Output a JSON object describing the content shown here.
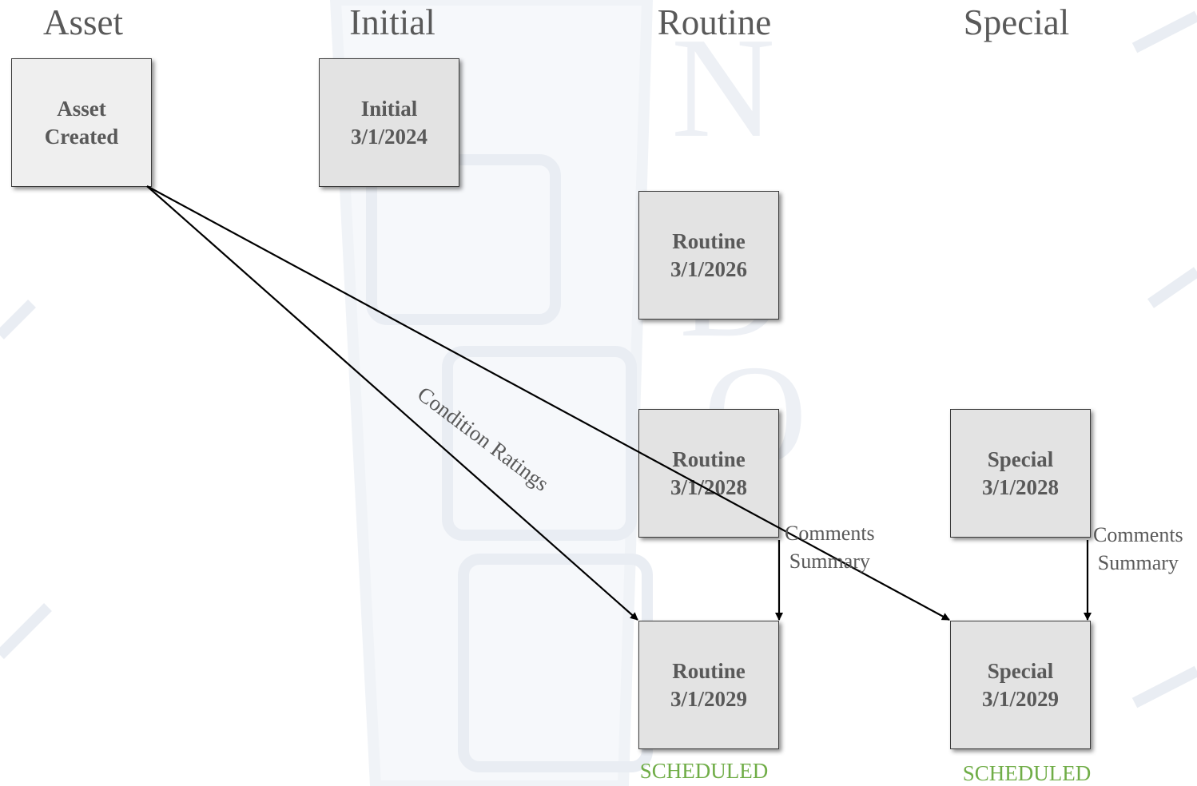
{
  "columns": {
    "asset": "Asset",
    "initial": "Initial",
    "routine": "Routine",
    "special": "Special"
  },
  "boxes": {
    "asset_created": {
      "line1": "Asset",
      "line2": "Created"
    },
    "initial": {
      "line1": "Initial",
      "line2": "3/1/2024"
    },
    "routine_2026": {
      "line1": "Routine",
      "line2": "3/1/2026"
    },
    "routine_2028": {
      "line1": "Routine",
      "line2": "3/1/2028"
    },
    "routine_2029": {
      "line1": "Routine",
      "line2": "3/1/2029"
    },
    "special_2028": {
      "line1": "Special",
      "line2": "3/1/2028"
    },
    "special_2029": {
      "line1": "Special",
      "line2": "3/1/2029"
    }
  },
  "labels": {
    "condition_ratings": "Condition Ratings",
    "routine_comments": {
      "line1": "Comments",
      "line2": "Summary"
    },
    "special_comments": {
      "line1": "Comments",
      "line2": "Summary"
    },
    "routine_status": "SCHEDULED",
    "special_status": "SCHEDULED"
  },
  "colors": {
    "text": "#595959",
    "box_fill": "#efefef",
    "status_green": "#70ad47"
  }
}
